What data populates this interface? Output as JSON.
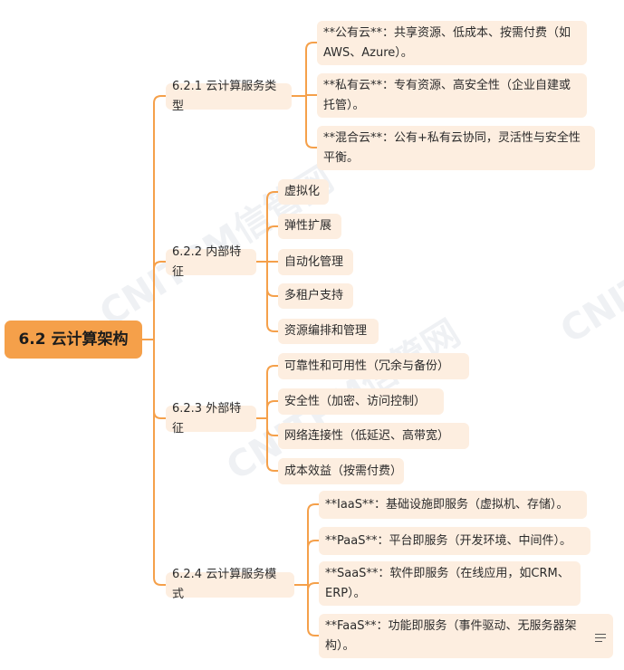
{
  "root": {
    "label": "6.2 云计算架构"
  },
  "branches": [
    {
      "label": "6.2.1 云计算服务类型",
      "children": [
        "**公有云**：共享资源、低成本、按需付费（如AWS、Azure）。",
        "**私有云**：专有资源、高安全性（企业自建或托管）。",
        "**混合云**：公有+私有云协同，灵活性与安全性平衡。"
      ]
    },
    {
      "label": "6.2.2 内部特征",
      "children": [
        "虚拟化",
        "弹性扩展",
        "自动化管理",
        "多租户支持",
        "资源编排和管理"
      ]
    },
    {
      "label": "6.2.3 外部特征",
      "children": [
        "可靠性和可用性（冗余与备份）",
        "安全性（加密、访问控制）",
        "网络连接性（低延迟、高带宽）",
        "成本效益（按需付费）"
      ]
    },
    {
      "label": "6.2.4 云计算服务模式",
      "children": [
        "**IaaS**：基础设施即服务（虚拟机、存储）。",
        "**PaaS**：平台即服务（开发环境、中间件）。",
        "**SaaS**：软件即服务（在线应用，如CRM、ERP）。",
        "**FaaS**：功能即服务（事件驱动、无服务器架构）。"
      ]
    }
  ],
  "watermark": "CNITPM信管网",
  "colors": {
    "root": "#f5a04a",
    "node": "#fdeee0",
    "line": "#f5a04a"
  }
}
